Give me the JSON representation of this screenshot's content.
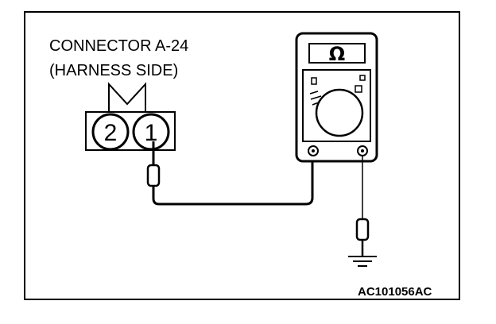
{
  "connector": {
    "line1": "CONNECTOR A-24",
    "line2": "(HARNESS SIDE)",
    "pins": [
      "2",
      "1"
    ]
  },
  "meter": {
    "symbol": "Ω"
  },
  "reference_code": "AC101056AC",
  "icons": [
    "ohmmeter-icon",
    "ground-symbol-icon",
    "probe-icon"
  ]
}
